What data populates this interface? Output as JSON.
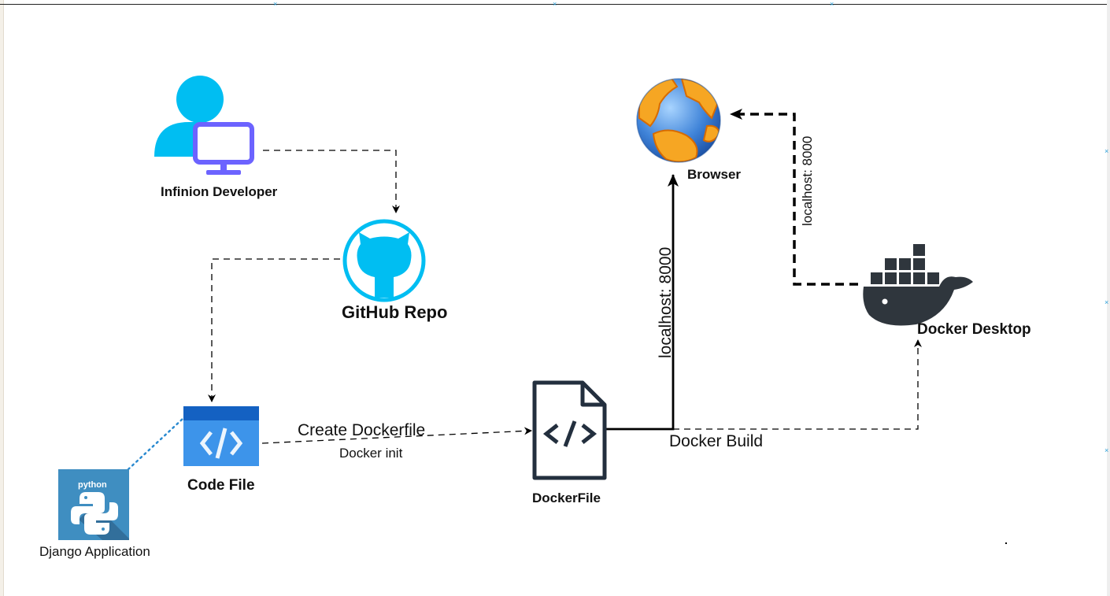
{
  "nodes": {
    "developer": {
      "label": "Infinion Developer"
    },
    "github": {
      "label": "GitHub Repo"
    },
    "code_file": {
      "label": "Code File"
    },
    "django": {
      "label": "Django Application",
      "logo_text": "python"
    },
    "dockerfile": {
      "label": "DockerFile"
    },
    "browser": {
      "label": "Browser"
    },
    "docker_desktop": {
      "label": "Docker Desktop"
    }
  },
  "edges": {
    "create_dockerfile": {
      "label": "Create Dockerfile",
      "sublabel": "Docker init"
    },
    "docker_build": {
      "label": "Docker Build"
    },
    "localhost_browser": {
      "label": "localhost: 8000"
    },
    "localhost_docker": {
      "label": "localhost: 8000"
    }
  },
  "colors": {
    "accent_blue": "#00bef2",
    "monitor_purple": "#6c63ff",
    "code_blue": "#1f6fcf",
    "python_bg": "#3f8ec1",
    "docker_dark": "#2f363d"
  }
}
